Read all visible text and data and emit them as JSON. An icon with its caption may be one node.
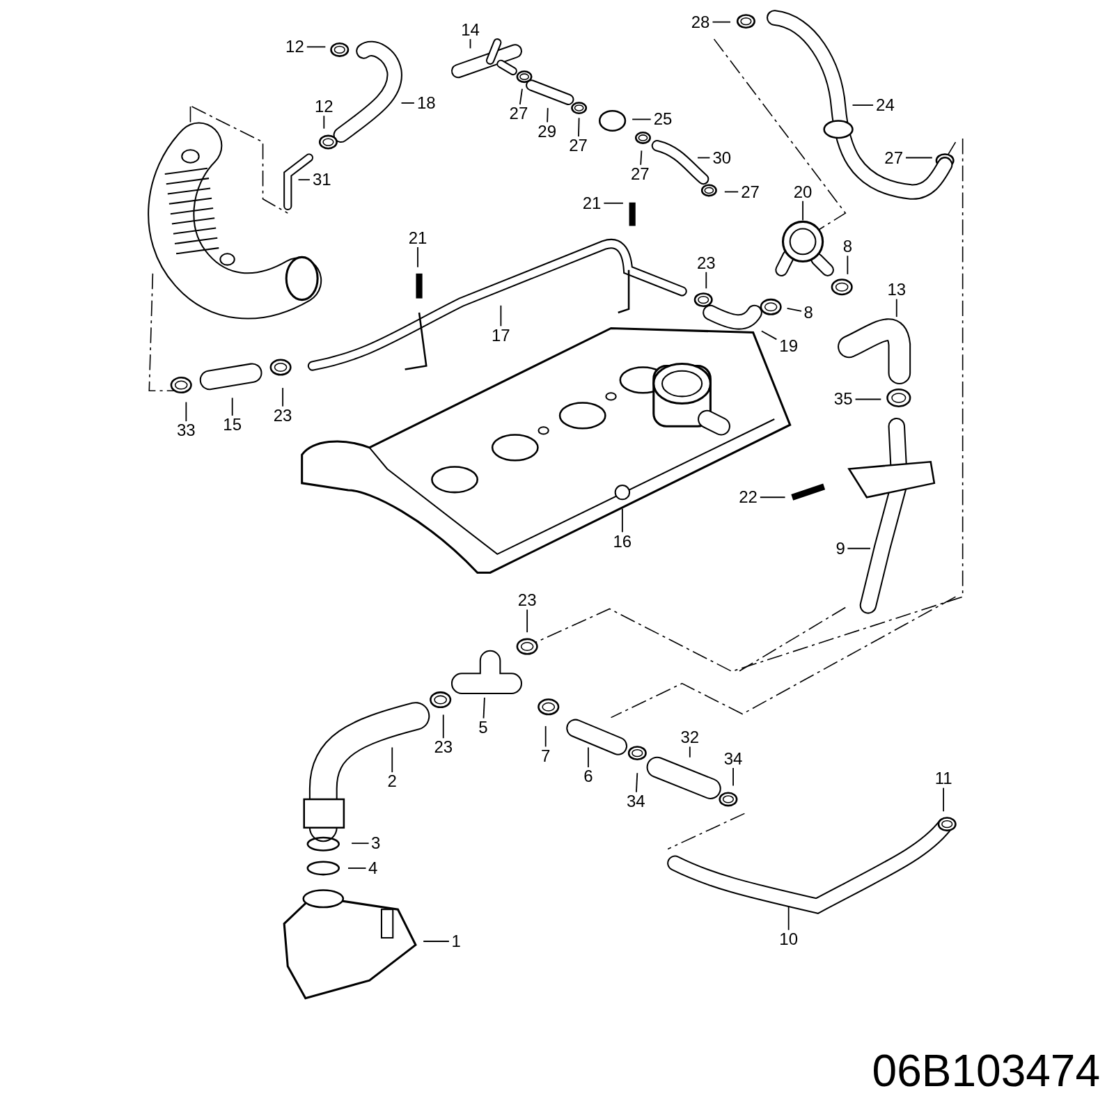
{
  "diagram": {
    "nodes": [
      {
        "text": [
          "12"
        ]
      },
      {
        "text": [
          "14"
        ]
      },
      {
        "text": [
          "28"
        ]
      },
      {
        "text": [
          "18"
        ]
      },
      {
        "text": [
          "12"
        ]
      },
      {
        "text": [
          "27"
        ]
      },
      {
        "text": [
          "29"
        ]
      },
      {
        "text": [
          "25"
        ]
      },
      {
        "text": [
          "24"
        ]
      },
      {
        "text": [
          "27"
        ]
      },
      {
        "text": [
          "31"
        ]
      },
      {
        "text": [
          "30"
        ]
      },
      {
        "text": [
          "27"
        ]
      },
      {
        "text": [
          "27"
        ]
      },
      {
        "text": [
          "27"
        ]
      },
      {
        "text": [
          "20"
        ]
      },
      {
        "text": [
          "21"
        ]
      },
      {
        "text": [
          "21"
        ]
      },
      {
        "text": [
          "8"
        ]
      },
      {
        "text": [
          "23"
        ]
      },
      {
        "text": [
          "13"
        ]
      },
      {
        "text": [
          "8"
        ]
      },
      {
        "text": [
          "17"
        ]
      },
      {
        "text": [
          "19"
        ]
      },
      {
        "text": [
          "35"
        ]
      },
      {
        "text": [
          "33"
        ]
      },
      {
        "text": [
          "15"
        ]
      },
      {
        "text": [
          "23"
        ]
      },
      {
        "text": [
          "22"
        ]
      },
      {
        "text": [
          "16"
        ]
      },
      {
        "text": [
          "9"
        ]
      },
      {
        "text": [
          "23"
        ]
      },
      {
        "text": [
          "5"
        ]
      },
      {
        "text": [
          "23"
        ]
      },
      {
        "text": [
          "7"
        ]
      },
      {
        "text": [
          "2"
        ]
      },
      {
        "text": [
          "32"
        ]
      },
      {
        "text": [
          "6"
        ]
      },
      {
        "text": [
          "34"
        ]
      },
      {
        "text": [
          "34"
        ]
      },
      {
        "text": [
          "11"
        ]
      },
      {
        "text": [
          "3"
        ]
      },
      {
        "text": [
          "4"
        ]
      },
      {
        "text": [
          "1"
        ]
      },
      {
        "text": [
          "10"
        ]
      }
    ],
    "edges": [
      {
        "from": 0,
        "to": null,
        "arrow": "none"
      },
      {
        "from": 1,
        "to": null,
        "arrow": "none"
      },
      {
        "from": 2,
        "to": null,
        "arrow": "none"
      },
      {
        "from": 3,
        "to": null,
        "arrow": "none"
      },
      {
        "from": 4,
        "to": null,
        "arrow": "none"
      },
      {
        "from": 5,
        "to": null,
        "arrow": "none"
      },
      {
        "from": 6,
        "to": null,
        "arrow": "none"
      },
      {
        "from": 7,
        "to": null,
        "arrow": "none"
      },
      {
        "from": 8,
        "to": null,
        "arrow": "none"
      },
      {
        "from": 9,
        "to": null,
        "arrow": "none"
      },
      {
        "from": 10,
        "to": null,
        "arrow": "none"
      },
      {
        "from": 11,
        "to": null,
        "arrow": "none"
      },
      {
        "from": 12,
        "to": null,
        "arrow": "none"
      },
      {
        "from": 13,
        "to": null,
        "arrow": "none"
      },
      {
        "from": 14,
        "to": null,
        "arrow": "none"
      },
      {
        "from": 15,
        "to": null,
        "arrow": "none"
      },
      {
        "from": 16,
        "to": null,
        "arrow": "none"
      },
      {
        "from": 17,
        "to": null,
        "arrow": "none"
      },
      {
        "from": 18,
        "to": null,
        "arrow": "none"
      },
      {
        "from": 19,
        "to": null,
        "arrow": "none"
      },
      {
        "from": 20,
        "to": null,
        "arrow": "none"
      },
      {
        "from": 21,
        "to": null,
        "arrow": "none"
      },
      {
        "from": 22,
        "to": null,
        "arrow": "none"
      },
      {
        "from": 23,
        "to": null,
        "arrow": "none"
      },
      {
        "from": 24,
        "to": null,
        "arrow": "none"
      },
      {
        "from": 25,
        "to": null,
        "arrow": "none"
      },
      {
        "from": 26,
        "to": null,
        "arrow": "none"
      },
      {
        "from": 27,
        "to": null,
        "arrow": "none"
      },
      {
        "from": 28,
        "to": null,
        "arrow": "none"
      },
      {
        "from": 29,
        "to": null,
        "arrow": "none"
      },
      {
        "from": 30,
        "to": null,
        "arrow": "none"
      },
      {
        "from": 31,
        "to": null,
        "arrow": "none"
      },
      {
        "from": 32,
        "to": null,
        "arrow": "none"
      },
      {
        "from": 33,
        "to": null,
        "arrow": "none"
      },
      {
        "from": 34,
        "to": null,
        "arrow": "none"
      },
      {
        "from": 35,
        "to": null,
        "arrow": "none"
      },
      {
        "from": 36,
        "to": null,
        "arrow": "none"
      },
      {
        "from": 37,
        "to": null,
        "arrow": "none"
      },
      {
        "from": 38,
        "to": null,
        "arrow": "none"
      },
      {
        "from": 39,
        "to": null,
        "arrow": "none"
      },
      {
        "from": 40,
        "to": null,
        "arrow": "none"
      },
      {
        "from": 41,
        "to": null,
        "arrow": "none"
      },
      {
        "from": 42,
        "to": null,
        "arrow": "none"
      },
      {
        "from": 43,
        "to": null,
        "arrow": "none"
      },
      {
        "from": 44,
        "to": null,
        "arrow": "none"
      }
    ],
    "labels": [
      "06B103474"
    ]
  }
}
